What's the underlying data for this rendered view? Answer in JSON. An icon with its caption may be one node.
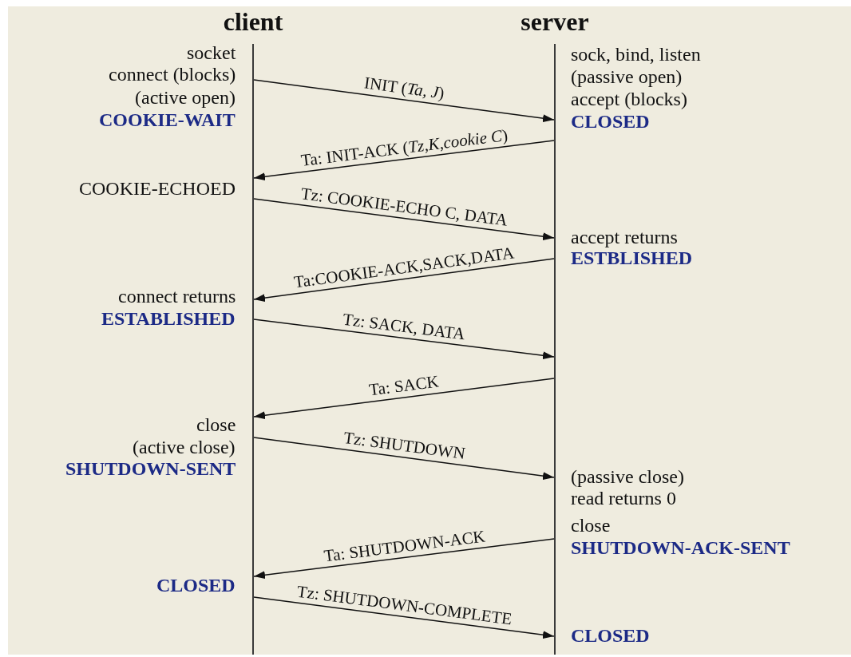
{
  "diagram": {
    "nodes": [
      {
        "text": [
          "client"
        ]
      },
      {
        "text": [
          "server"
        ]
      }
    ],
    "edges": [
      {
        "from": 0,
        "to": 1,
        "arrow": "to",
        "label": "INIT (*Ta, J*)"
      },
      {
        "from": 1,
        "to": 0,
        "arrow": "to",
        "label": "Ta: INIT-ACK (*Tz,K,cookie C*)"
      },
      {
        "from": 0,
        "to": 1,
        "arrow": "to",
        "label": "Tz: COOKIE-ECHO C, DATA"
      },
      {
        "from": 1,
        "to": 0,
        "arrow": "to",
        "label": "Ta:COOKIE-ACK,SACK,DATA"
      },
      {
        "from": 0,
        "to": 1,
        "arrow": "to",
        "label": "Tz: SACK, DATA"
      },
      {
        "from": 1,
        "to": 0,
        "arrow": "to",
        "label": "Ta: SACK"
      },
      {
        "from": 0,
        "to": 1,
        "arrow": "to",
        "label": "Tz: SHUTDOWN"
      },
      {
        "from": 1,
        "to": 0,
        "arrow": "to",
        "label": "Ta: SHUTDOWN-ACK"
      },
      {
        "from": 0,
        "to": 1,
        "arrow": "to",
        "label": "Tz: SHUTDOWN-COMPLETE"
      }
    ],
    "labels": [
      "socket",
      "sock, bind, listen",
      "connect (blocks)",
      "(passive open)",
      "(active open)",
      "accept (blocks)",
      "COOKIE-WAIT",
      "CLOSED",
      "COOKIE-ECHOED",
      "accept returns",
      "ESTBLISHED",
      "connect returns",
      "ESTABLISHED",
      "close",
      "(active close)",
      "SHUTDOWN-SENT",
      "(passive close)",
      "read returns 0",
      "close",
      "SHUTDOWN-ACK-SENT",
      "CLOSED",
      "CLOSED"
    ]
  }
}
